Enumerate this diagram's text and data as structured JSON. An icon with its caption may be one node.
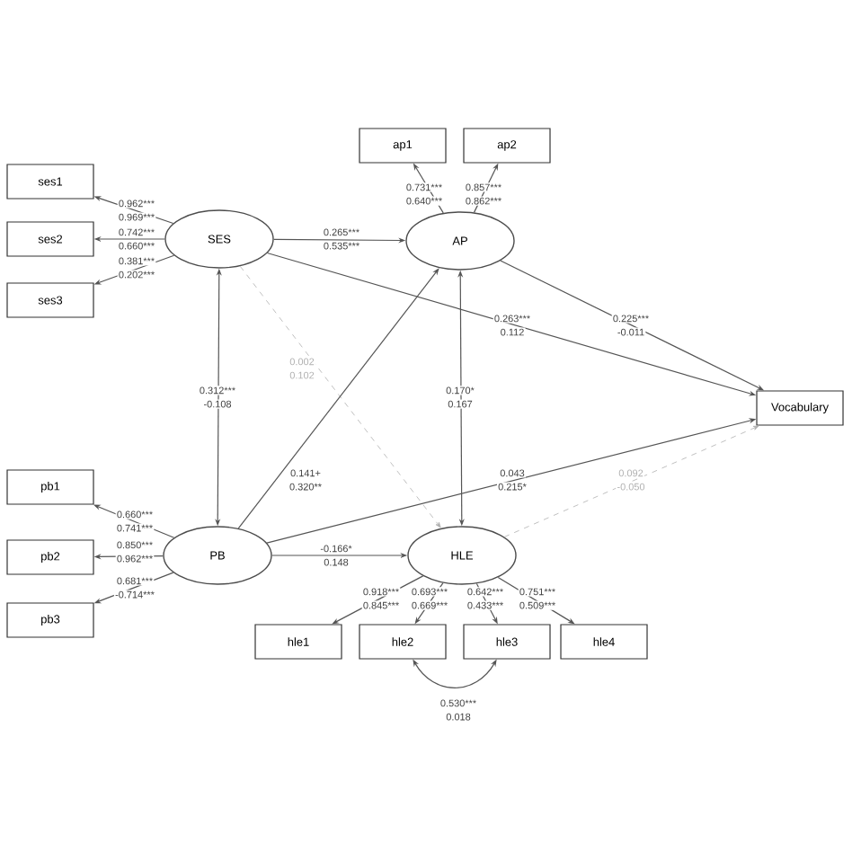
{
  "diagram": {
    "nodes": [
      {
        "text": [
          "ap1"
        ]
      },
      {
        "text": [
          "ap2"
        ]
      },
      {
        "text": [
          "ses1"
        ]
      },
      {
        "text": [
          "SES"
        ]
      },
      {
        "text": [
          "AP"
        ]
      },
      {
        "text": [
          "ses2"
        ]
      },
      {
        "text": [
          "ses3"
        ]
      },
      {
        "text": [
          "Vocabulary"
        ]
      },
      {
        "text": [
          "pb1"
        ]
      },
      {
        "text": [
          "PB"
        ]
      },
      {
        "text": [
          "HLE"
        ]
      },
      {
        "text": [
          "pb2"
        ]
      },
      {
        "text": [
          "pb3"
        ]
      },
      {
        "text": [
          "hle1"
        ]
      },
      {
        "text": [
          "hle2"
        ]
      },
      {
        "text": [
          "hle3"
        ]
      },
      {
        "text": [
          "hle4"
        ]
      }
    ],
    "edges": [
      {
        "from": 3,
        "to": 2,
        "arrow": "to",
        "label": "0.962***"
      },
      {
        "from": 3,
        "to": 5,
        "arrow": "to",
        "label": "0.742***"
      },
      {
        "from": 3,
        "to": 6,
        "arrow": "to",
        "label": "0.381***"
      },
      {
        "from": 4,
        "to": 0,
        "arrow": "to",
        "label": "0.731***"
      },
      {
        "from": 4,
        "to": 1,
        "arrow": "to",
        "label": "0.857***"
      },
      {
        "from": 3,
        "to": 4,
        "arrow": "to",
        "label": "0.265***"
      },
      {
        "from": 3,
        "to": 7,
        "arrow": "to",
        "label": "0.263***"
      },
      {
        "from": 4,
        "to": 7,
        "arrow": "to",
        "label": "0.225***"
      },
      {
        "from": 3,
        "to": 10,
        "arrow": "to",
        "label": "0.002",
        "style": "dashed",
        "color": "#b0b0b0"
      },
      {
        "from": 3,
        "to": 9,
        "arrow": "both",
        "label": "0.312***"
      },
      {
        "from": 10,
        "to": 4,
        "arrow": "both",
        "label": "0.170*"
      },
      {
        "from": 9,
        "to": 4,
        "arrow": "to",
        "label": "0.141+"
      },
      {
        "from": 9,
        "to": 7,
        "arrow": "to",
        "label": "0.043"
      },
      {
        "from": 10,
        "to": 7,
        "arrow": "to",
        "label": "0.092",
        "style": "dashed",
        "color": "#b0b0b0"
      },
      {
        "from": 9,
        "to": 8,
        "arrow": "to",
        "label": "0.660***"
      },
      {
        "from": 9,
        "to": 11,
        "arrow": "to",
        "label": "0.850***"
      },
      {
        "from": 9,
        "to": 12,
        "arrow": "to",
        "label": "0.681***"
      },
      {
        "from": 9,
        "to": 10,
        "arrow": "to",
        "label": "-0.166*"
      },
      {
        "from": 10,
        "to": 13,
        "arrow": "to",
        "label": "0.918***"
      },
      {
        "from": 10,
        "to": 14,
        "arrow": "to",
        "label": "0.693***"
      },
      {
        "from": 10,
        "to": 15,
        "arrow": "to",
        "label": "0.642***"
      },
      {
        "from": 10,
        "to": 16,
        "arrow": "to",
        "label": "0.751***"
      },
      {
        "from": 14,
        "to": 15,
        "arrow": "both",
        "label": "0.530***"
      }
    ],
    "labels": [
      "0.969***",
      "0.660***",
      "0.202***",
      "0.640***",
      "0.862***",
      "0.535***",
      "0.112",
      "-0.011",
      "0.102",
      "-0.108",
      "0.167",
      "0.320**",
      "0.215*",
      "-0.050",
      "0.741***",
      "0.962***",
      "-0.714***",
      "0.148",
      "0.845***",
      "0.669***",
      "0.433***",
      "0.509***",
      "0.018"
    ]
  }
}
